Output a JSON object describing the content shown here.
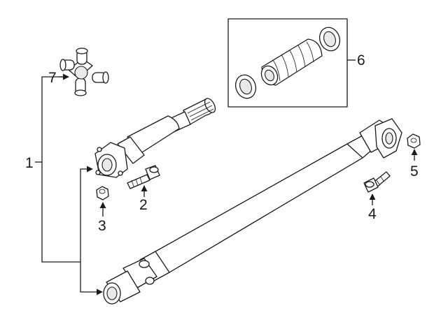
{
  "diagram": {
    "callouts": [
      {
        "id": "1",
        "label": "1"
      },
      {
        "id": "2",
        "label": "2"
      },
      {
        "id": "3",
        "label": "3"
      },
      {
        "id": "4",
        "label": "4"
      },
      {
        "id": "5",
        "label": "5"
      },
      {
        "id": "6",
        "label": "6"
      },
      {
        "id": "7",
        "label": "7"
      }
    ],
    "parts": {
      "universal_joint": "universal-joint",
      "front_driveshaft": "front-driveshaft",
      "rear_driveshaft": "rear-driveshaft",
      "flange_bolt_front": "bolt",
      "flange_nut_front": "nut",
      "flange_bolt_rear": "bolt",
      "flange_nut_rear": "nut",
      "boot_kit": "boot-kit"
    },
    "colors": {
      "line": "#1a1a1a",
      "fill": "#ffffff",
      "shade": "#e9e9e9"
    }
  }
}
